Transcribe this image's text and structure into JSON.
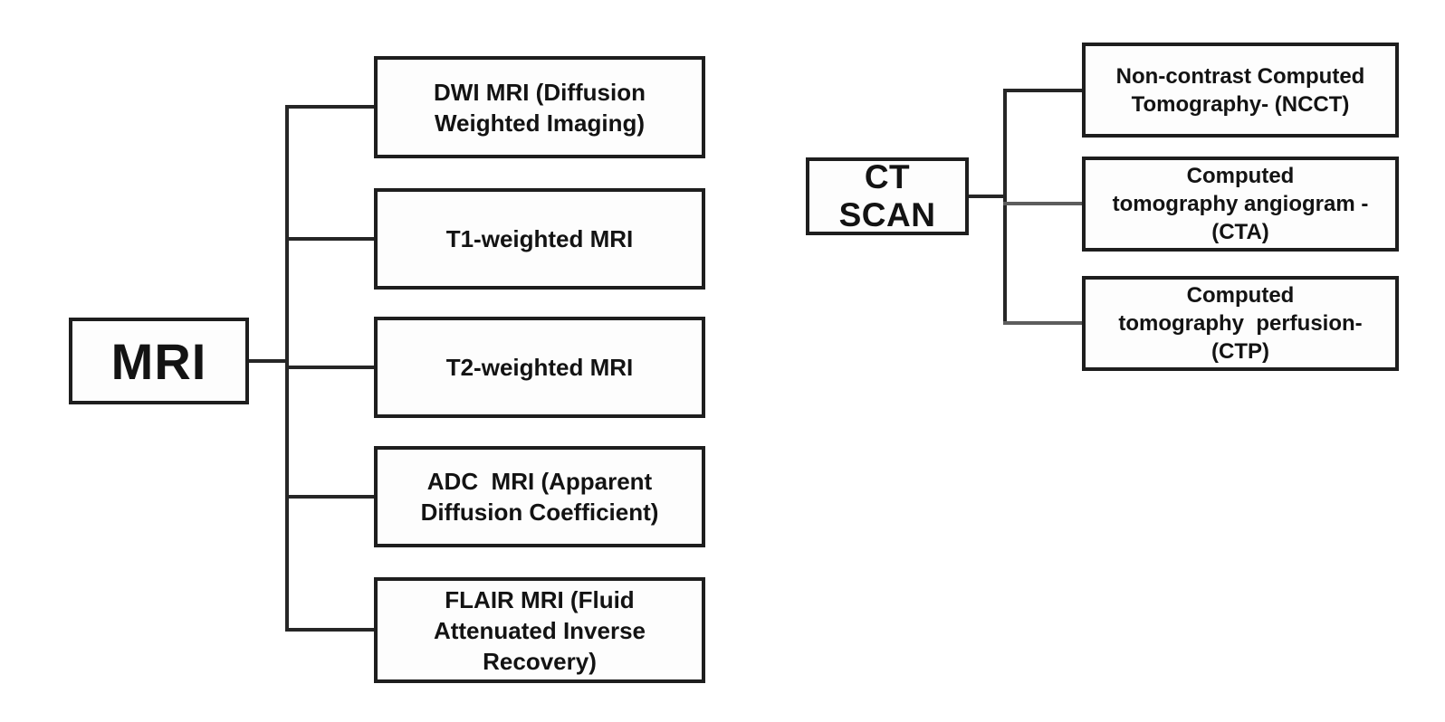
{
  "theme": {
    "background": "#ffffff",
    "box_fill": "#fdfdfd",
    "border_color": "#1e1e1e",
    "line_color": "#262626",
    "line_color_gray": "#5d5d5d",
    "text_color": "#131313"
  },
  "trees": [
    {
      "name": "MRI",
      "root_label": "MRI",
      "children": [
        {
          "label": "DWI MRI (Diffusion\nWeighted Imaging)"
        },
        {
          "label": "T1-weighted MRI"
        },
        {
          "label": "T2-weighted MRI"
        },
        {
          "label": "ADC  MRI (Apparent\nDiffusion Coefficient)"
        },
        {
          "label": "FLAIR MRI (Fluid\nAttenuated Inverse\nRecovery)"
        }
      ]
    },
    {
      "name": "CT SCAN",
      "root_label": "CT SCAN",
      "children": [
        {
          "label": "Non-contrast Computed\nTomography- (NCCT)"
        },
        {
          "label": "Computed\ntomography angiogram -\n(CTA)"
        },
        {
          "label": "Computed\ntomography  perfusion-\n(CTP)"
        }
      ]
    }
  ]
}
